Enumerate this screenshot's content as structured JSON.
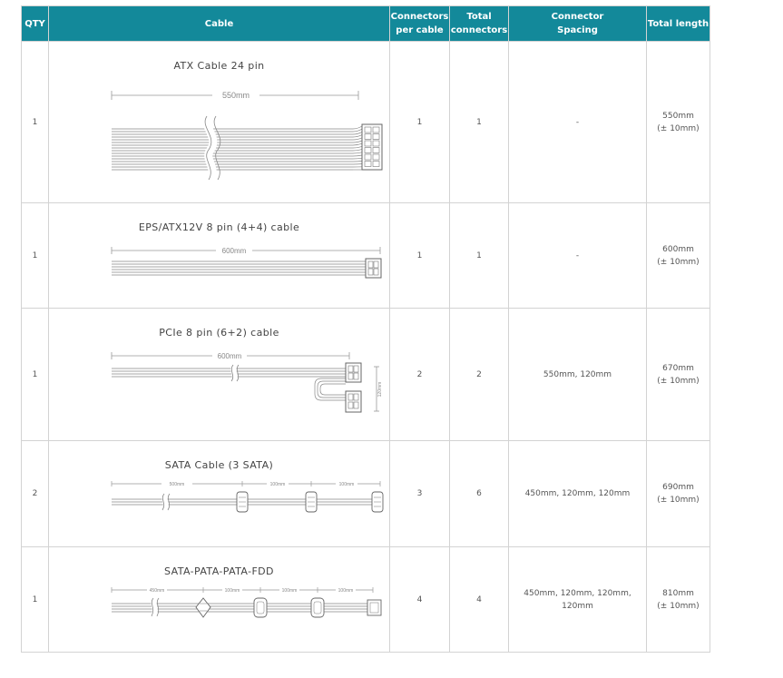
{
  "headers": {
    "qty": "QTY",
    "cable": "Cable",
    "connectors_per_cable": [
      "Connectors",
      "per cable"
    ],
    "total_connectors": [
      "Total",
      "connectors"
    ],
    "connector_spacing": [
      "Connector",
      "Spacing"
    ],
    "total_length": "Total length"
  },
  "rows": [
    {
      "qty": "1",
      "cable_name": "ATX Cable 24 pin",
      "dim_labels": [
        "550mm"
      ],
      "connectors_per_cable": "1",
      "total_connectors": "1",
      "connector_spacing": "-",
      "total_length": [
        "550mm",
        "(± 10mm)"
      ]
    },
    {
      "qty": "1",
      "cable_name": "EPS/ATX12V 8 pin (4+4) cable",
      "dim_labels": [
        "600mm"
      ],
      "connectors_per_cable": "1",
      "total_connectors": "1",
      "connector_spacing": "-",
      "total_length": [
        "600mm",
        "(± 10mm)"
      ]
    },
    {
      "qty": "1",
      "cable_name": "PCIe 8 pin (6+2) cable",
      "dim_labels": [
        "600mm",
        "120mm"
      ],
      "connectors_per_cable": "2",
      "total_connectors": "2",
      "connector_spacing": "550mm, 120mm",
      "total_length": [
        "670mm",
        "(± 10mm)"
      ]
    },
    {
      "qty": "2",
      "cable_name": "SATA Cable (3 SATA)",
      "dim_labels": [
        "500mm",
        "100mm",
        "100mm"
      ],
      "connectors_per_cable": "3",
      "total_connectors": "6",
      "connector_spacing": "450mm, 120mm, 120mm",
      "total_length": [
        "690mm",
        "(± 10mm)"
      ]
    },
    {
      "qty": "1",
      "cable_name": "SATA-PATA-PATA-FDD",
      "dim_labels": [
        "450mm",
        "100mm",
        "100mm",
        "100mm"
      ],
      "connectors_per_cable": "4",
      "total_connectors": "4",
      "connector_spacing": "450mm, 120mm, 120mm, 120mm",
      "total_length": [
        "810mm",
        "(± 10mm)"
      ]
    }
  ]
}
